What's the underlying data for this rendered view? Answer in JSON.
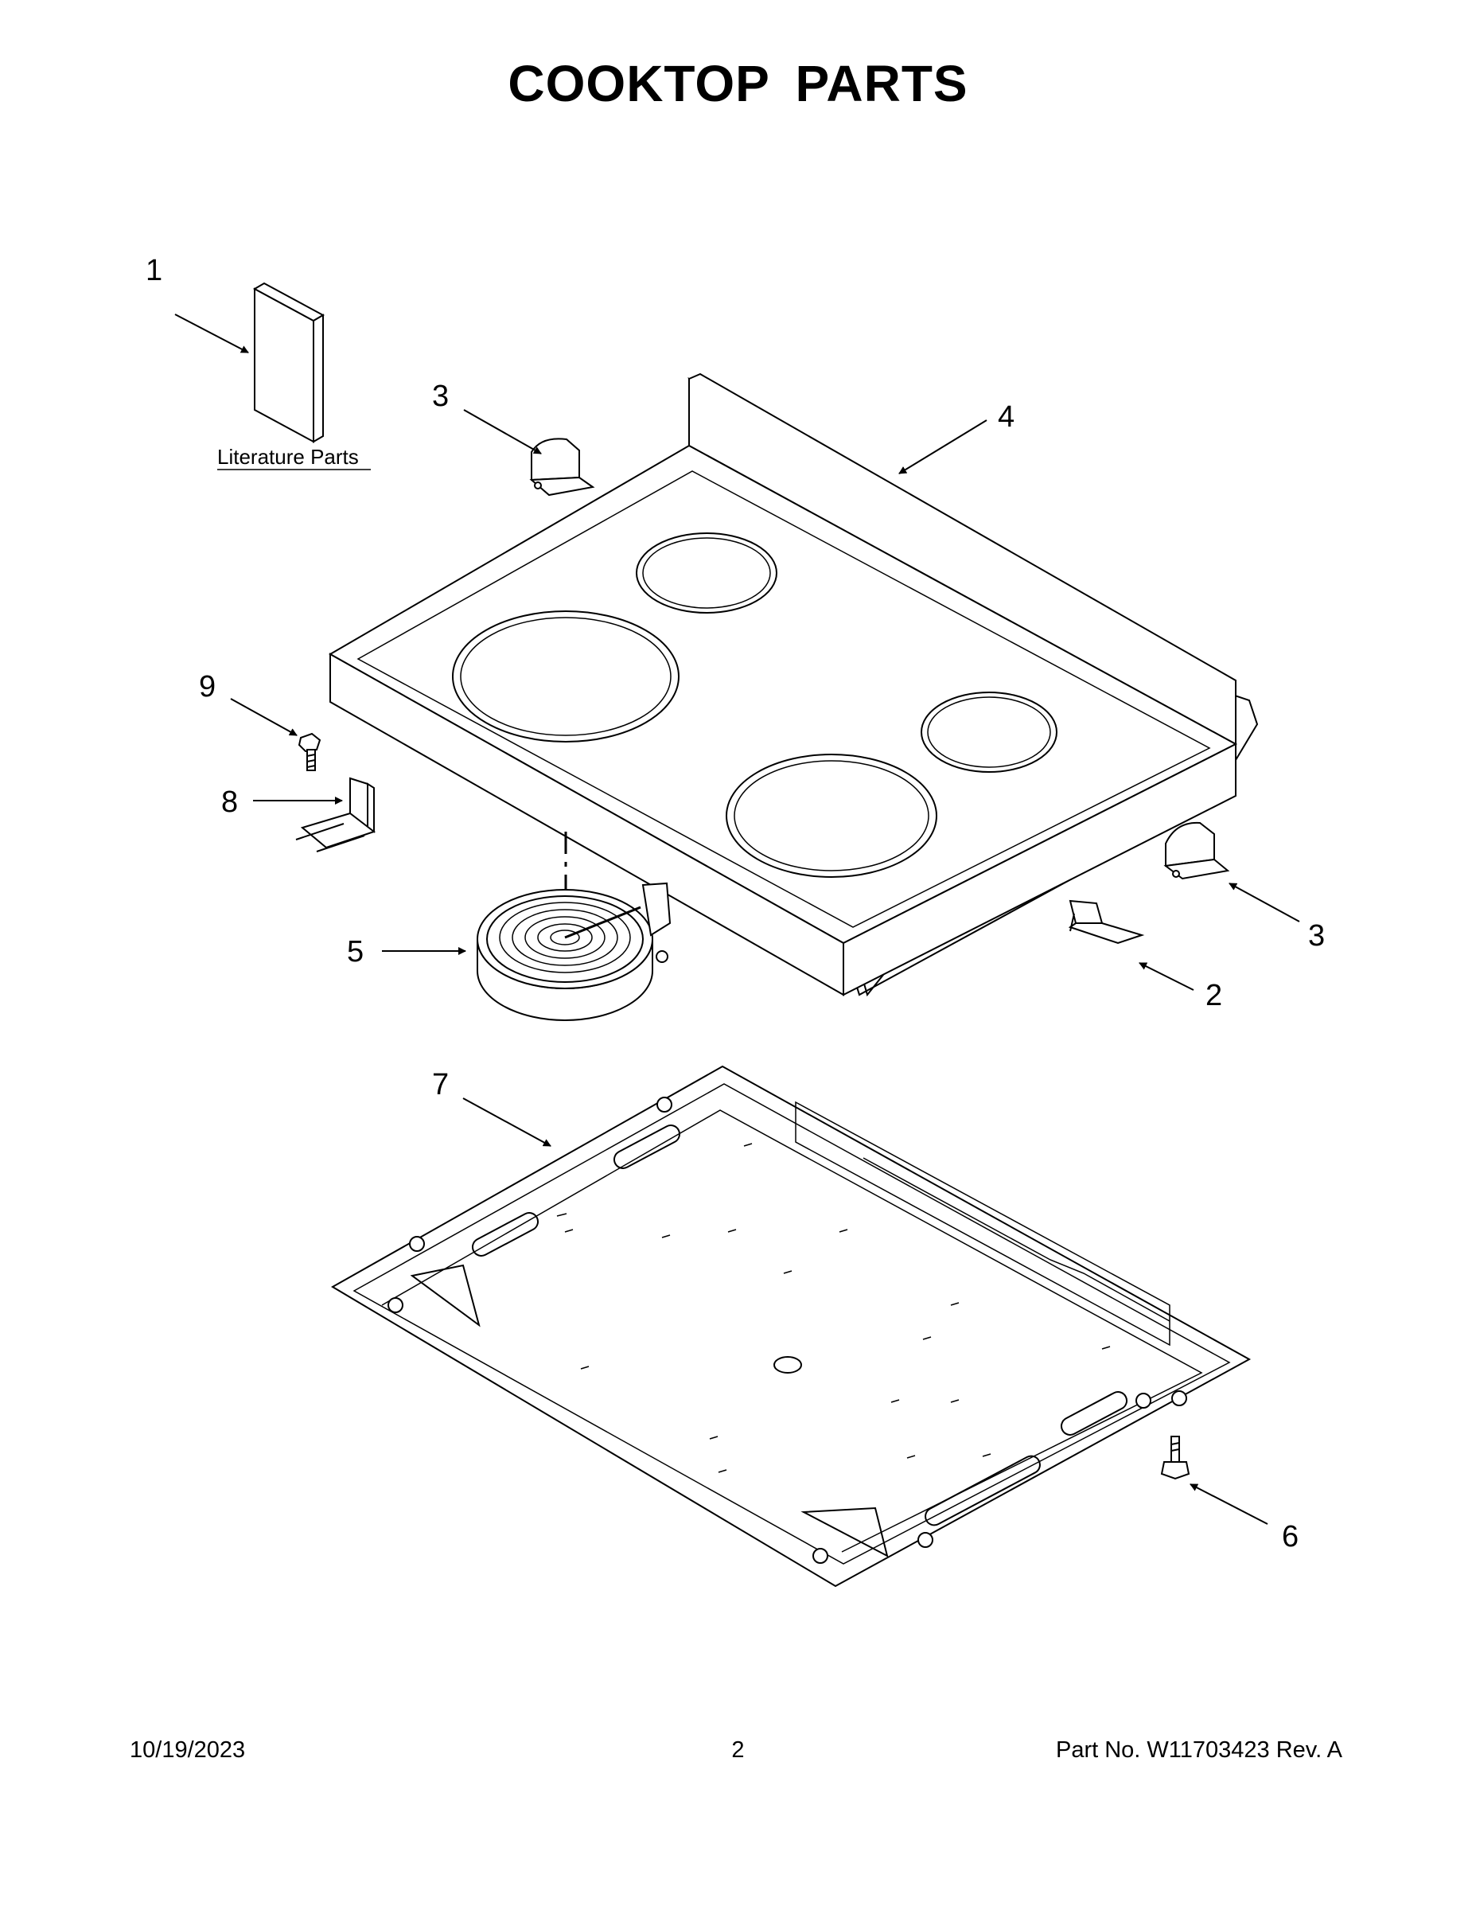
{
  "title": "COOKTOP PARTS",
  "literature_label": "Literature Parts",
  "callouts": [
    "1",
    "2",
    "3",
    "3",
    "4",
    "5",
    "6",
    "7",
    "8",
    "9"
  ],
  "footer": {
    "date": "10/19/2023",
    "page": "2",
    "part_no": "Part No.  W11703423  Rev.  A"
  }
}
